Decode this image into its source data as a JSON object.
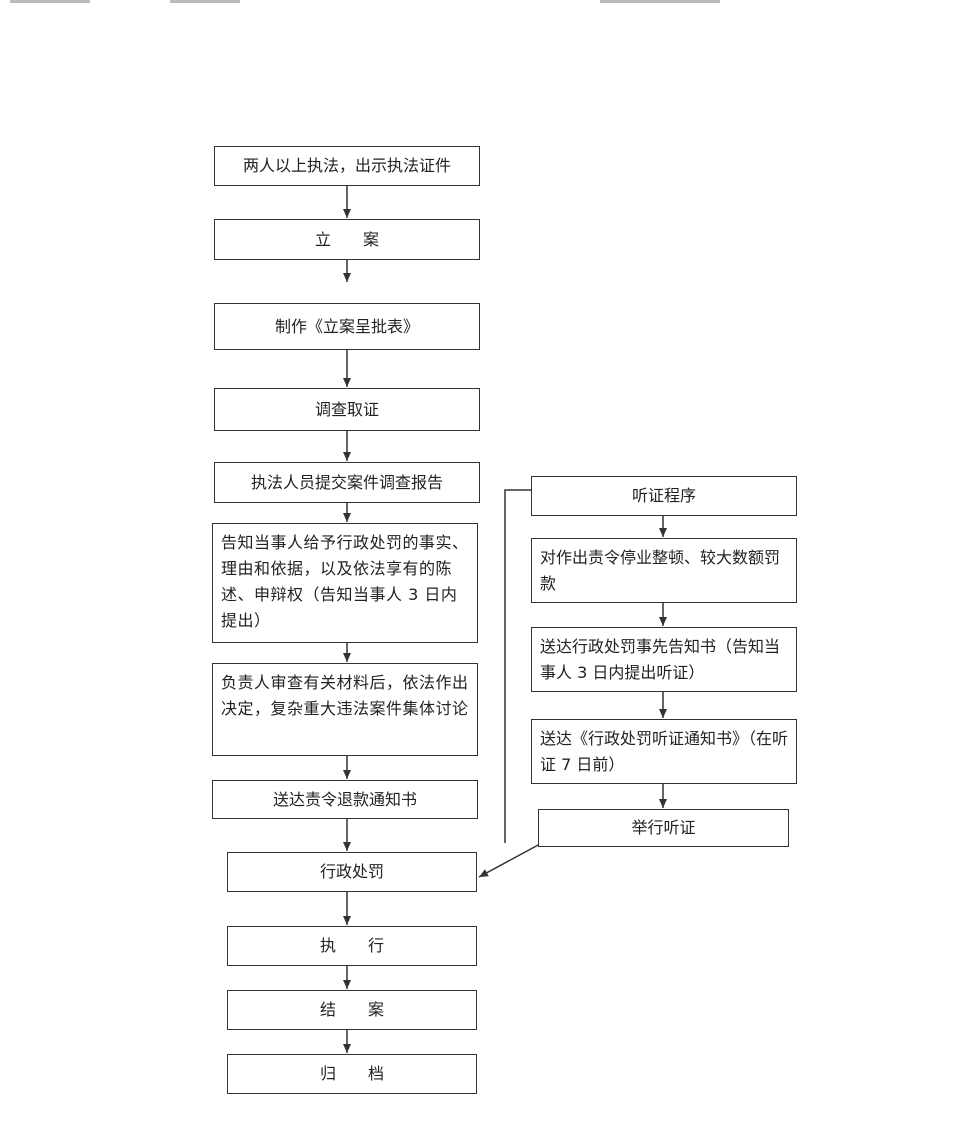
{
  "steps": {
    "s1": "两人以上执法，出示执法证件",
    "s2": "立　　案",
    "s3": "制作《立案呈批表》",
    "s4": "调查取证",
    "s5": "执法人员提交案件调查报告",
    "s6": "告知当事人给予行政处罚的事实、理由和依据，以及依法享有的陈述、申辩权（告知当事人 3 日内提出）",
    "s7": "负责人审查有关材料后，依法作出决定，复杂重大违法案件集体讨论",
    "s8": "送达责令退款通知书",
    "s9": "行政处罚",
    "s10": "执　　行",
    "s11": "结　　案",
    "s12": "归　　档"
  },
  "hearing": {
    "h1": "听证程序",
    "h2": "对作出责令停业整顿、较大数额罚款",
    "h3": "送达行政处罚事先告知书（告知当事人 3 日内提出听证）",
    "h4": "送达《行政处罚听证通知书》（在听证 7 日前）",
    "h5": "举行听证"
  }
}
